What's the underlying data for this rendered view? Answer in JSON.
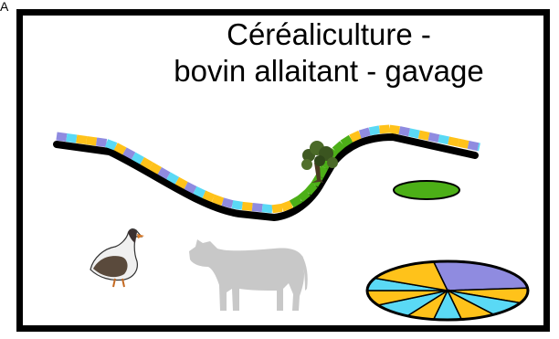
{
  "panel_label": "A",
  "title_line1": "Céréaliculture -",
  "title_line2": "bovin allaitant -  gavage",
  "colors": {
    "blue": "#8f8be0",
    "cyan": "#5ad9f5",
    "yellow": "#ffc21a",
    "green": "#4caf17",
    "cow": "#c8c8c8",
    "outline": "#000000"
  },
  "icons": [
    "goose-icon",
    "cow-icon",
    "tree-icon",
    "field-pie-icon",
    "green-plot-icon"
  ]
}
